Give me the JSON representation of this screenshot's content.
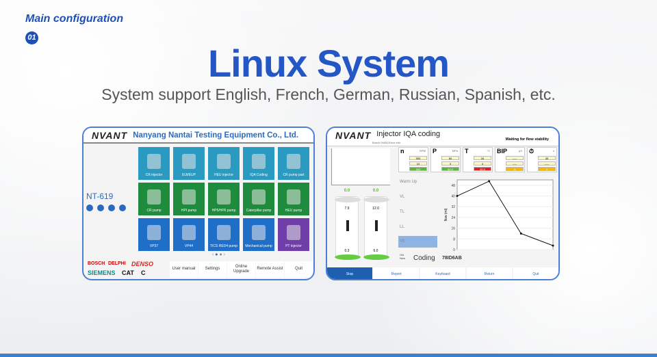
{
  "header": {
    "section": "Main configuration",
    "number": "01",
    "title": "Linux System",
    "subtitle": "System support English, French, German, Russian, Spanish, etc."
  },
  "left": {
    "logo": "NVANT",
    "company": "Nanyang Nantai Testing Equipment Co., Ltd.",
    "model": "NT-619",
    "tiles": [
      {
        "label": "CR injector",
        "color": "#2a9ac0"
      },
      {
        "label": "EUI/EUP",
        "color": "#2a9ac0"
      },
      {
        "label": "HEU injector",
        "color": "#2a9ac0"
      },
      {
        "label": "IQA Coding",
        "color": "#2a9ac0"
      },
      {
        "label": "CR pump part",
        "color": "#2a9ac0"
      },
      {
        "label": "CR pump",
        "color": "#1e8c3c"
      },
      {
        "label": "HPI pump",
        "color": "#1e8c3c"
      },
      {
        "label": "HP5/HP6 pump",
        "color": "#1e8c3c"
      },
      {
        "label": "Caterpillar pump",
        "color": "#1e8c3c"
      },
      {
        "label": "HEU pump",
        "color": "#1e8c3c"
      },
      {
        "label": "VP37",
        "color": "#1f6fc8"
      },
      {
        "label": "VP44",
        "color": "#1f6fc8"
      },
      {
        "label": "TICS RED4 pump",
        "color": "#1f6fc8"
      },
      {
        "label": "Mechanical pump",
        "color": "#1f6fc8"
      },
      {
        "label": "PT injector",
        "color": "#6f3ea8"
      }
    ],
    "brands": [
      "BOSCH",
      "DELPHI",
      "DENSO",
      "SIEMENS",
      "CAT",
      "C"
    ],
    "buttons": [
      "User manual",
      "Settings",
      "Online Upgrade",
      "Remote Assist",
      "Quit"
    ]
  },
  "right": {
    "logo": "NVANT",
    "title": "Injector IQA coding",
    "subtitle": "Bosch 0445110xxx info",
    "status": "Waiting for flow stability",
    "params": [
      {
        "name": "n",
        "unit": "RPM",
        "set": "500",
        "dt": "10",
        "val": "500",
        "color": "#5ab53a"
      },
      {
        "name": "P",
        "unit": "MPa",
        "set": "60",
        "dt": "3",
        "val": "60.0",
        "color": "#5ab53a"
      },
      {
        "name": "T",
        "unit": "°C",
        "set": "34",
        "dt": "4",
        "val": "30.0",
        "color": "#e02020"
      },
      {
        "name": "BIP",
        "unit": "µS",
        "set": "-----",
        "dt": "-----",
        "val": "0",
        "color": "#f5b800"
      },
      {
        "name": "⏱",
        "unit": "s",
        "set": "30",
        "dt": "-----",
        "val": "1",
        "color": "#f5b800"
      }
    ],
    "cylinders": [
      {
        "value": "0.0",
        "top": "7.9",
        "bottom": "0.3"
      },
      {
        "value": "0.0",
        "top": "12.0",
        "bottom": "6.0"
      }
    ],
    "steps": [
      "Warm Up",
      "VL",
      "TL",
      "LL",
      "VE"
    ],
    "active_step": "VE",
    "old_new": [
      "Old",
      "New"
    ],
    "coding_label": "Coding",
    "coding_value": "78ID6AB",
    "bottom": [
      "Stop",
      "Report",
      "Keyboard",
      "Return",
      "Quit"
    ]
  },
  "chart_data": {
    "type": "line",
    "ylabel": "flow (ml)",
    "yticks": [
      0,
      8,
      16,
      24,
      32,
      40,
      48
    ],
    "ylim": [
      0,
      52
    ],
    "x": [
      0,
      1,
      2,
      3
    ],
    "values": [
      40,
      51,
      12,
      3
    ]
  }
}
